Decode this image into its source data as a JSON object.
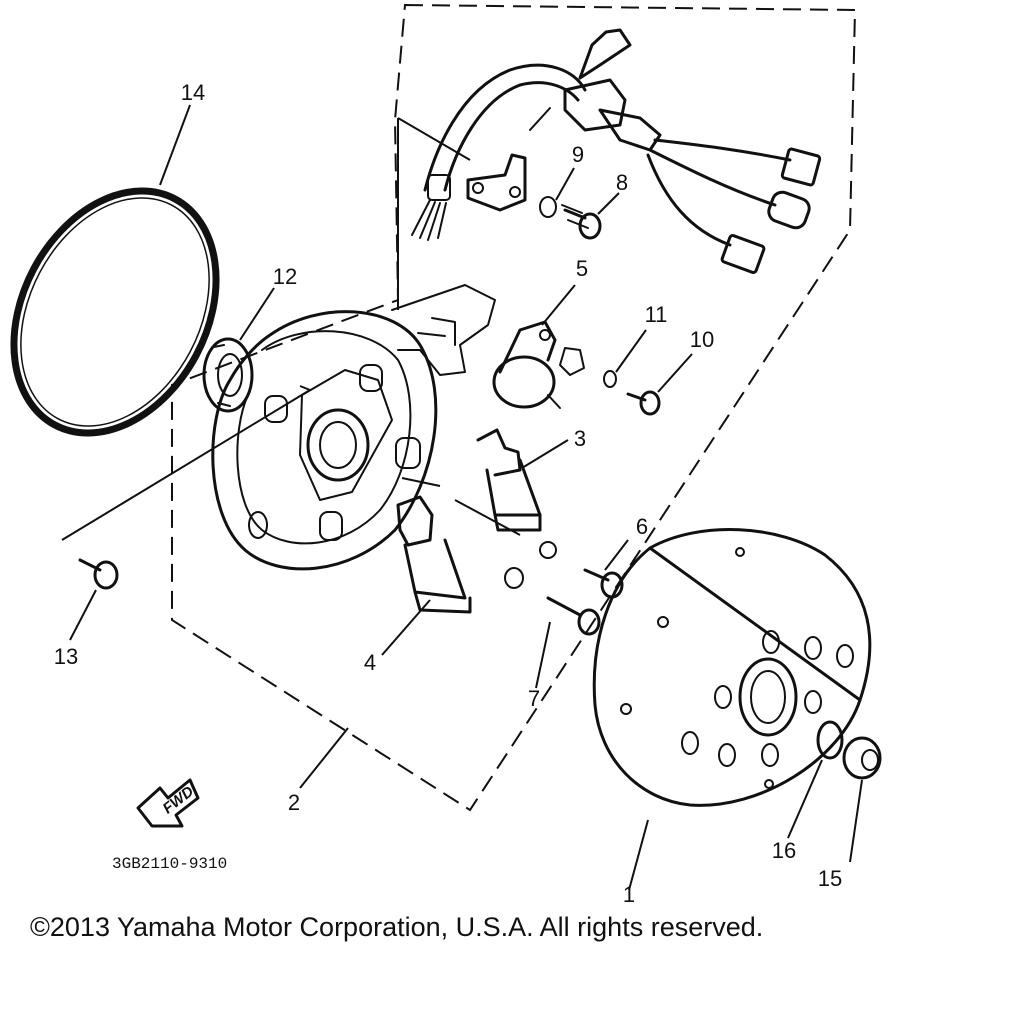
{
  "diagram": {
    "callouts": [
      "1",
      "2",
      "3",
      "4",
      "5",
      "6",
      "7",
      "8",
      "9",
      "10",
      "11",
      "12",
      "13",
      "14",
      "15",
      "16"
    ],
    "direction_label": "FWD",
    "drawing_code": "3GB2110-9310"
  },
  "footer": {
    "copyright": "©2013 Yamaha Motor Corporation, U.S.A. All rights reserved."
  }
}
